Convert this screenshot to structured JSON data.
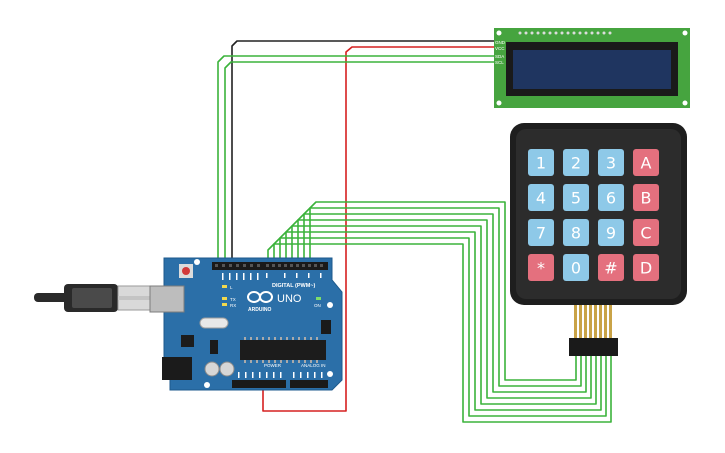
{
  "colors": {
    "background": "#ffffff",
    "board": "#2b6fa8",
    "board_edge": "#1e5a8c",
    "header": "#1a1a1a",
    "lcd_pcb": "#46a43f",
    "lcd_screen": "#1f3560",
    "keypad_body": "#1e1e1e",
    "key_blue": "#8ec9e8",
    "key_red": "#e4707e",
    "wire_green": "#3bb33b",
    "wire_black": "#222222",
    "wire_red": "#d62020",
    "usb_cable": "#2a2a2a"
  },
  "arduino": {
    "brand": "ARDUINO",
    "model": "UNO",
    "digital_label": "DIGITAL (PWM~)",
    "power_label": "POWER",
    "analog_label": "ANALOG IN",
    "on_label": "ON",
    "tx_label": "TX",
    "rx_label": "RX",
    "l_label": "L"
  },
  "lcd": {
    "pin_labels": [
      "GND",
      "VCC",
      "SDA",
      "SCL"
    ]
  },
  "keypad": {
    "rows": [
      [
        "1",
        "2",
        "3",
        "A"
      ],
      [
        "4",
        "5",
        "6",
        "B"
      ],
      [
        "7",
        "8",
        "9",
        "C"
      ],
      [
        "*",
        "0",
        "#",
        "D"
      ]
    ],
    "red_keys": [
      "A",
      "B",
      "C",
      "D",
      "*",
      "#"
    ]
  },
  "icons": {
    "usb_plug": "usb-plug-icon",
    "arduino_logo": "infinity-logo-icon",
    "reset": "reset-button-icon"
  }
}
